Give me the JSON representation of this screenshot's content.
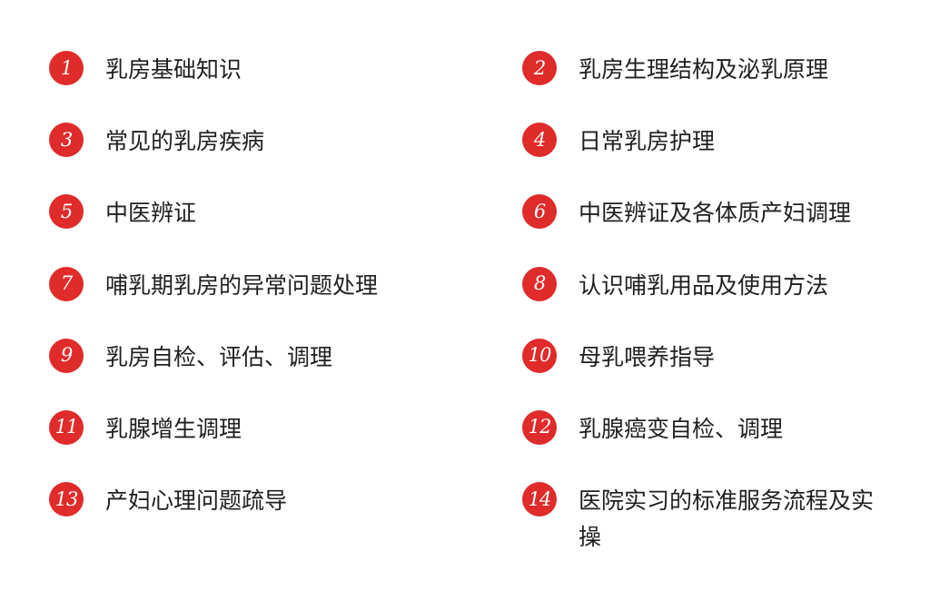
{
  "items": [
    {
      "num": "1",
      "label": "乳房基础知识"
    },
    {
      "num": "2",
      "label": "乳房生理结构及泌乳原理"
    },
    {
      "num": "3",
      "label": "常见的乳房疾病"
    },
    {
      "num": "4",
      "label": "日常乳房护理"
    },
    {
      "num": "5",
      "label": "中医辨证"
    },
    {
      "num": "6",
      "label": "中医辨证及各体质产妇调理"
    },
    {
      "num": "7",
      "label": "哺乳期乳房的异常问题处理"
    },
    {
      "num": "8",
      "label": "认识哺乳用品及使用方法"
    },
    {
      "num": "9",
      "label": "乳房自检、评估、调理"
    },
    {
      "num": "10",
      "label": "母乳喂养指导"
    },
    {
      "num": "11",
      "label": "乳腺增生调理"
    },
    {
      "num": "12",
      "label": "乳腺癌变自检、调理"
    },
    {
      "num": "13",
      "label": "产妇心理问题疏导"
    },
    {
      "num": "14",
      "label": "医院实习的标准服务流程及实操"
    }
  ],
  "colors": {
    "badge": "#e02b2b",
    "text": "#1f1f1f"
  }
}
